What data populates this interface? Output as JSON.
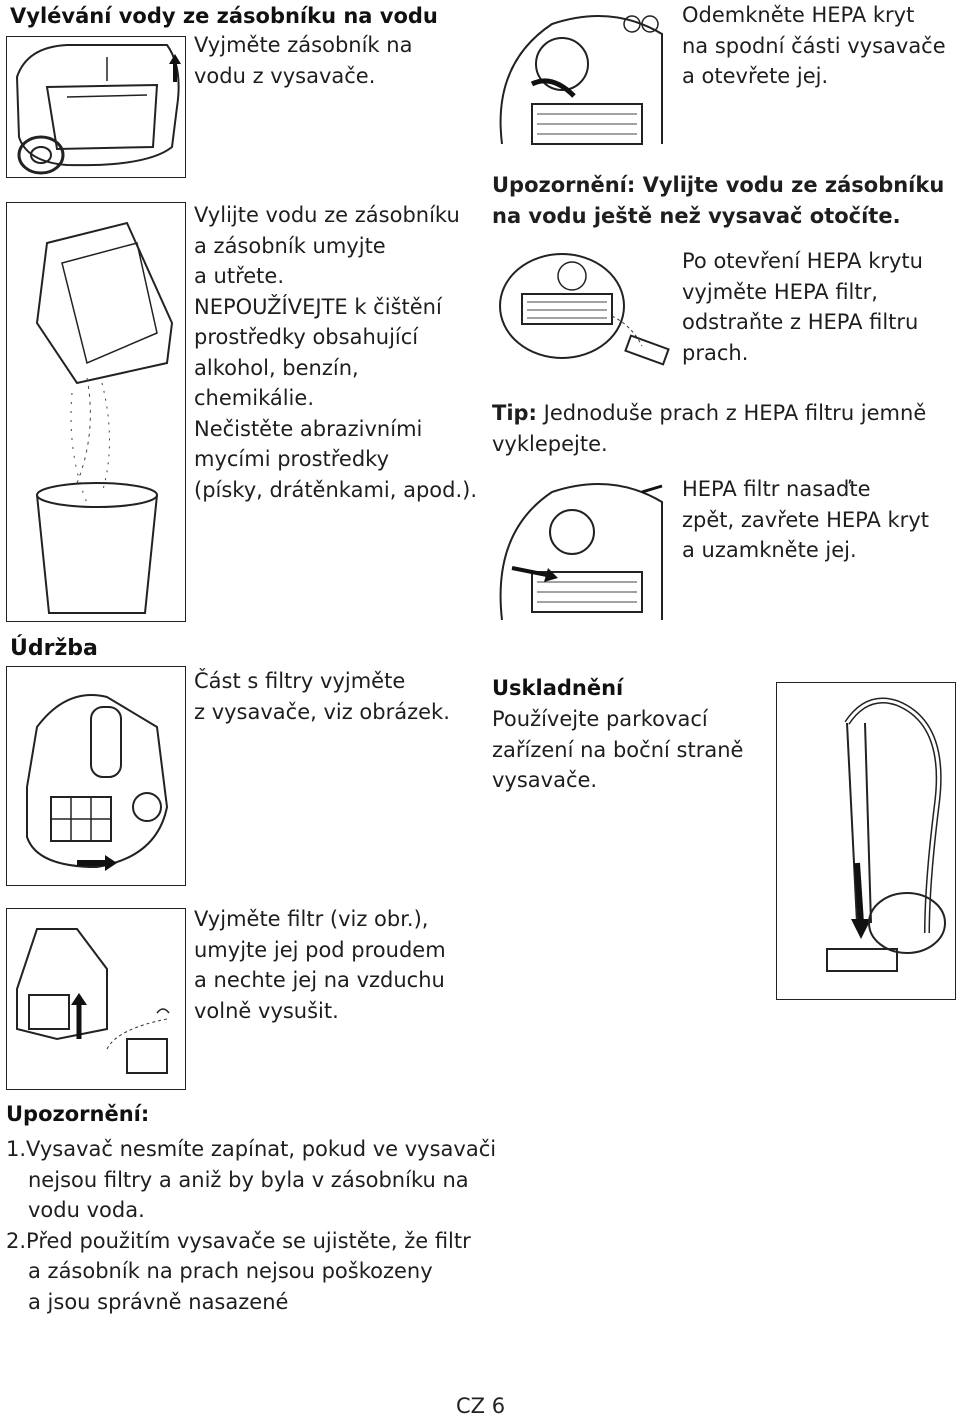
{
  "sections": {
    "pour": {
      "title": "Vylévání vody ze zásobníku na vodu",
      "remove_tank": [
        "Vyjměte zásobník na",
        "vodu z vysavače."
      ],
      "clean_tank": [
        "Vylijte vodu ze zásobníku",
        "a zásobník umyjte",
        "a utřete.",
        "NEPOUŽÍVEJTE k čištění",
        "prostředky obsahující",
        "alkohol, benzín,",
        "chemikálie.",
        "Nečistěte abrazivními",
        "mycími prostředky",
        "(písky, drátěnkami, apod.)."
      ]
    },
    "hepa": {
      "unlock": [
        "Odemkněte HEPA kryt",
        "na spodní části vysavače",
        "a otevřete   jej."
      ],
      "warning": [
        "Upozornění: Vylijte vodu ze zásobníku",
        "na vodu ještě než vysavač otočíte."
      ],
      "remove_filter": [
        "Po otevření HEPA krytu",
        "vyjměte HEPA filtr,",
        "odstraňte z HEPA   filtru",
        "prach."
      ],
      "tip_label": "Tip:",
      "tip_text": " Jednoduše prach z HEPA filtru jemně",
      "tip_text2": "vyklepejte.",
      "reinsert": [
        "HEPA filtr nasaďte",
        "zpět, zavřete HEPA kryt",
        "a uzamkněte jej."
      ]
    },
    "maintenance": {
      "title": "Údržba",
      "remove_filter_unit": [
        "Část s filtry vyjměte",
        "z vysavače, viz obrázek."
      ],
      "wash_filter": [
        "Vyjměte filtr (viz obr.),",
        "umyjte jej pod proudem",
        "a nechte jej na vzduchu",
        "volně vysušit."
      ]
    },
    "storage": {
      "title": "Uskladnění",
      "text": [
        "Používejte parkovací",
        "zařízení na boční straně",
        "vysavače."
      ]
    },
    "warnings": {
      "title": "Upozornění:",
      "items": [
        {
          "num": "1.",
          "lines": [
            "Vysavač nesmíte zapínat, pokud ve vysavači",
            "nejsou filtry a aniž by byla v zásobníku na",
            "vodu voda."
          ]
        },
        {
          "num": "2.",
          "lines": [
            "Před použitím vysavače se ujistěte, že filtr",
            "a zásobník na prach nejsou poškozeny",
            "a jsou správně nasazené"
          ]
        }
      ]
    }
  },
  "footer": {
    "page": "CZ 6"
  }
}
